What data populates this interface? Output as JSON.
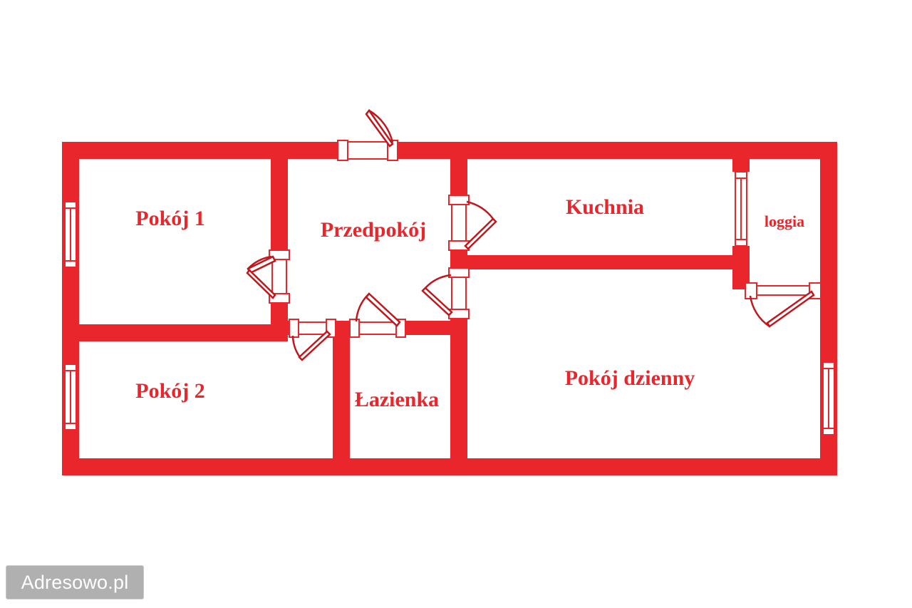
{
  "document": {
    "type": "apartment-floor-plan",
    "language": "pl",
    "background_color": "#ffffff",
    "wall_color": "#e8262c",
    "label_color": "#e8262c"
  },
  "rooms": [
    {
      "id": "pokoj-1",
      "label": "Pokój 1",
      "size": "large"
    },
    {
      "id": "przedpokoj",
      "label": "Przedpokój",
      "size": "large"
    },
    {
      "id": "kuchnia",
      "label": "Kuchnia",
      "size": "large"
    },
    {
      "id": "loggia",
      "label": "loggia",
      "size": "small"
    },
    {
      "id": "pokoj-2",
      "label": "Pokój 2",
      "size": "large"
    },
    {
      "id": "lazienka",
      "label": "Łazienka",
      "size": "large"
    },
    {
      "id": "pokoj-dzienny",
      "label": "Pokój dzienny",
      "size": "large"
    }
  ],
  "labels": {
    "pokoj_1": "Pokój 1",
    "przedpokoj": "Przedpokój",
    "kuchnia": "Kuchnia",
    "loggia": "loggia",
    "pokoj_2": "Pokój 2",
    "lazienka": "Łazienka",
    "pokoj_dzienny": "Pokój dzienny"
  },
  "watermark": {
    "text": "Adresowo.pl",
    "background_color": "#b0b0b0",
    "text_color": "#ffffff"
  },
  "features": {
    "windows": 4,
    "doors": 7,
    "entrance_door_position": "top-wall"
  }
}
